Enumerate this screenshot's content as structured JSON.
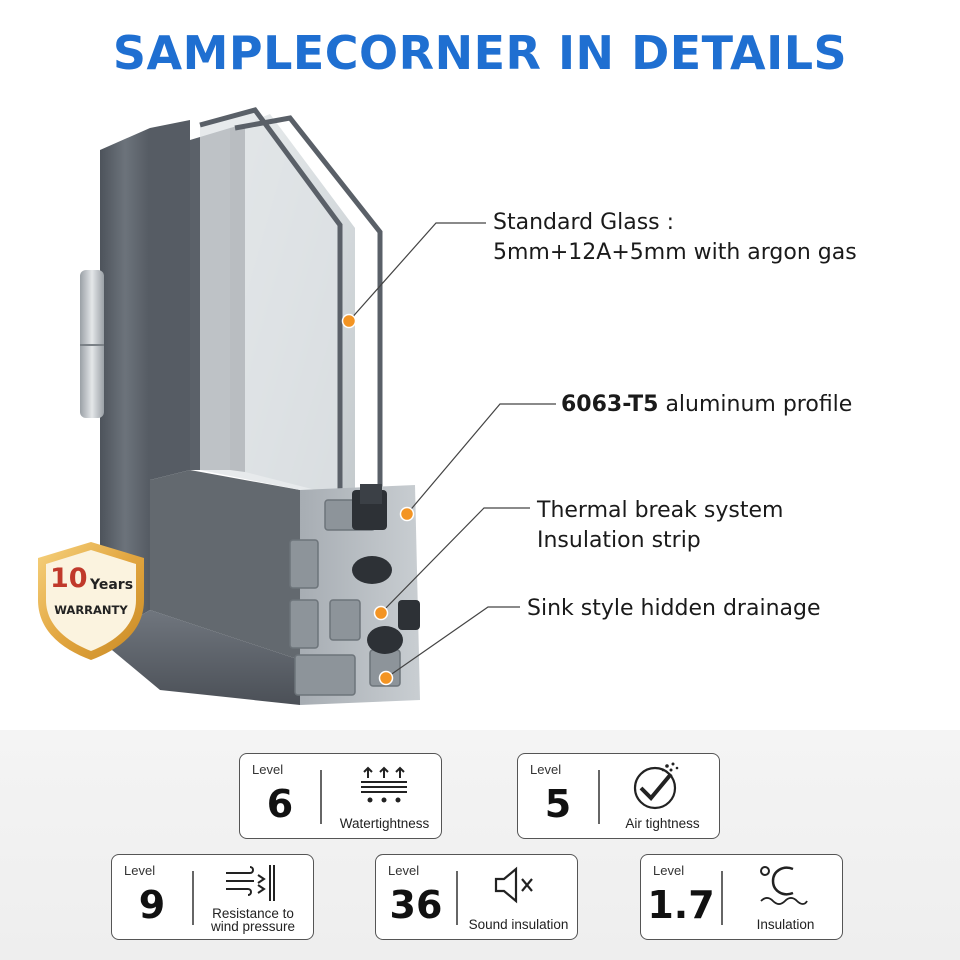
{
  "title": "SAMPLECORNER IN DETAILS",
  "callouts": {
    "glass_line1": "Standard Glass :",
    "glass_line2": "5mm+12A+5mm with argon gas",
    "profile_bold": "6063-T5",
    "profile_rest": " aluminum profile",
    "thermal_line1": "Thermal break system",
    "thermal_line2": "Insulation strip",
    "drainage": "Sink style hidden drainage"
  },
  "badge": {
    "number": "10",
    "years": "Years",
    "warranty": "WARRANTY"
  },
  "ratings": [
    {
      "level_label": "Level",
      "value": "6",
      "label": "Watertightness",
      "icon": "water-drops-icon"
    },
    {
      "level_label": "Level",
      "value": "5",
      "label": "Air tightness",
      "icon": "air-check-icon"
    },
    {
      "level_label": "Level",
      "value": "9",
      "label_line1": "Resistance to",
      "label_line2": "wind pressure",
      "icon": "wind-pressure-icon"
    },
    {
      "level_label": "Level",
      "value": "36",
      "label": "Sound insulation",
      "icon": "speaker-mute-icon"
    },
    {
      "level_label": "Level",
      "value": "1.7",
      "label": "Insulation",
      "icon": "thermometer-celsius-icon"
    }
  ],
  "colors": {
    "title": "#1f6fd1",
    "frame": "#5a6068",
    "marker": "#f39423",
    "badge_gold": "#e9b04a",
    "badge_red": "#c0392b"
  }
}
